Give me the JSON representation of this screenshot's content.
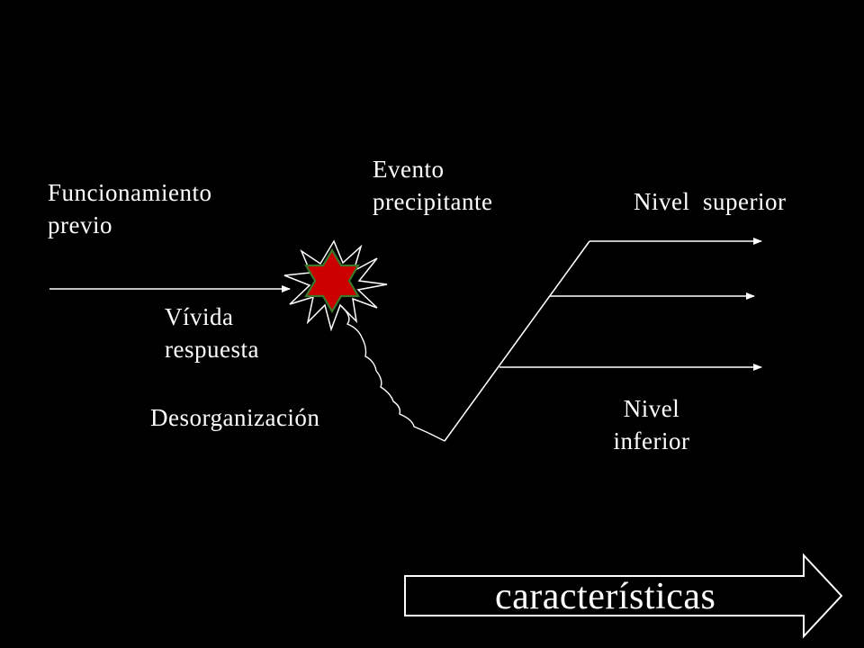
{
  "colors": {
    "background": "#000000",
    "foreground": "#ffffff",
    "star_fill": "#cc0000",
    "star_border": "#3a7a2a"
  },
  "labels": {
    "funcionamiento": [
      "Funcionamiento",
      "previo"
    ],
    "evento": [
      "Evento",
      "precipitante"
    ],
    "nivel_superior": "Nivel  superior",
    "vivida": [
      "Vívida",
      "respuesta"
    ],
    "desorganizacion": "Desorganización",
    "nivel_inferior": [
      "Nivel",
      "inferior"
    ],
    "caracteristicas": "características"
  },
  "icons": {
    "burst": "burst-icon",
    "star": "star-of-david-icon"
  }
}
